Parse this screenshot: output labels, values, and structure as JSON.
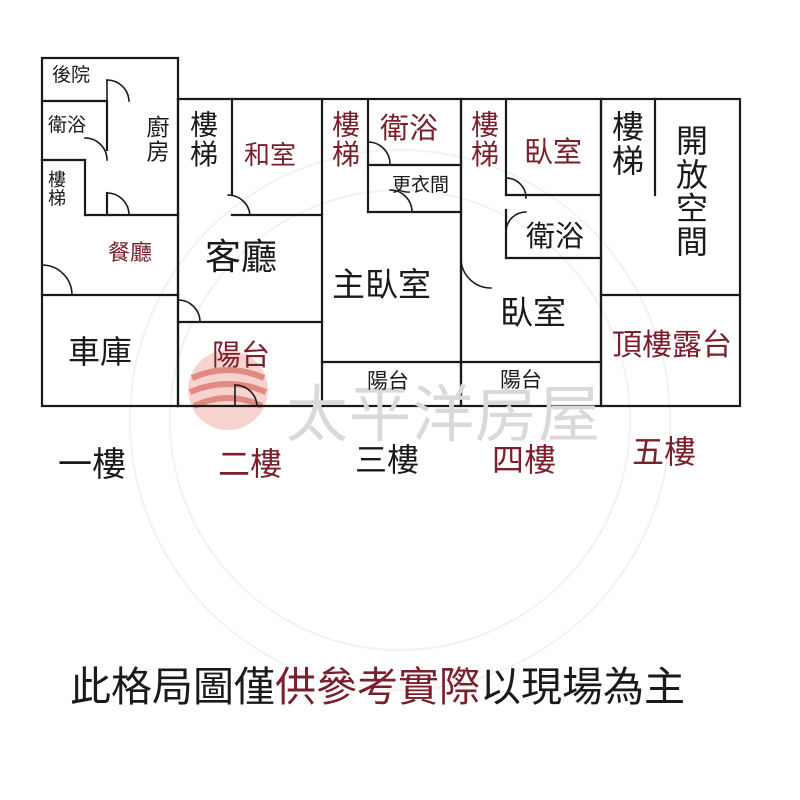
{
  "floors": {
    "f1": {
      "name": "一樓",
      "rooms": {
        "backyard": "後院",
        "bathroom": "衛浴",
        "kitchen": "廚房",
        "stairs": "樓梯",
        "dining": "餐廳",
        "garage": "車庫"
      }
    },
    "f2": {
      "name": "二樓",
      "rooms": {
        "stairs": "樓梯",
        "japanese_room": "和室",
        "living_room": "客廳",
        "balcony": "陽台"
      }
    },
    "f3": {
      "name": "三樓",
      "rooms": {
        "stairs": "樓梯",
        "bathroom": "衛浴",
        "closet": "更衣間",
        "master_bedroom": "主臥室",
        "balcony": "陽台"
      }
    },
    "f4": {
      "name": "四樓",
      "rooms": {
        "stairs": "樓梯",
        "bedroom_top": "臥室",
        "bathroom": "衛浴",
        "bedroom_bottom": "臥室",
        "balcony": "陽台"
      }
    },
    "f5": {
      "name": "五樓",
      "rooms": {
        "stairs": "樓梯",
        "open_space": "開放空間",
        "roof_terrace": "頂樓露台"
      }
    }
  },
  "watermark": "太平洋房屋",
  "disclaimer": {
    "part1": "此格局圖僅",
    "part2": "供參考實際",
    "part3": "以現場為主"
  },
  "colors": {
    "wall": "#1a1a1a",
    "accent_text": "#7a1f2b",
    "watermark_red": "#e08a82",
    "watermark_text": "#d9d9d9"
  }
}
